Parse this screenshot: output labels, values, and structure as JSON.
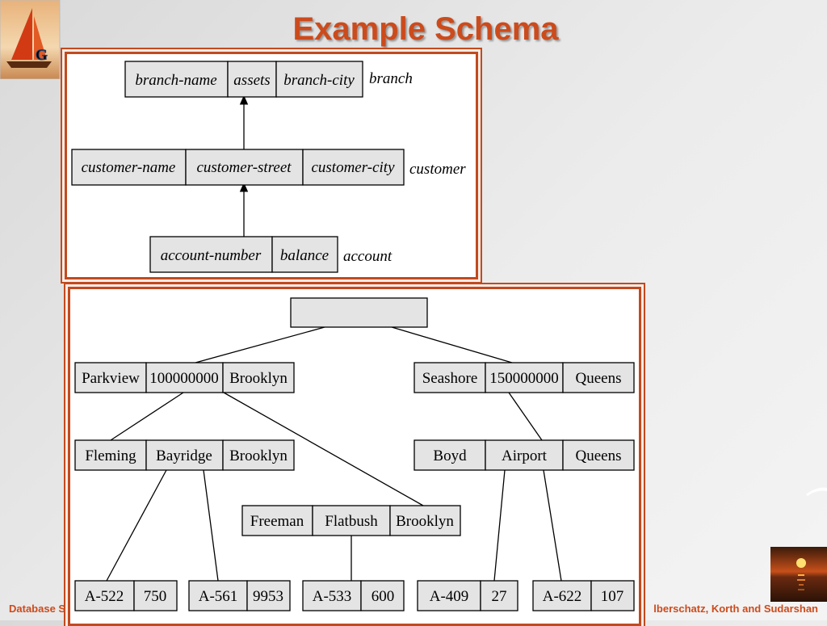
{
  "slide": {
    "title": "Example Schema",
    "footer_left": "Database S",
    "footer_right": "lberschatz, Korth and Sudarshan"
  },
  "logo": {
    "letter": "G",
    "icon": "sailboat-logo"
  },
  "schema": {
    "branch": {
      "name": "branch",
      "fields": [
        "branch-name",
        "assets",
        "branch-city"
      ]
    },
    "customer": {
      "name": "customer",
      "fields": [
        "customer-name",
        "customer-street",
        "customer-city"
      ]
    },
    "account": {
      "name": "account",
      "fields": [
        "account-number",
        "balance"
      ]
    }
  },
  "instance": {
    "branches": [
      {
        "fields": [
          "Parkview",
          "100000000",
          "Brooklyn"
        ]
      },
      {
        "fields": [
          "Seashore",
          "150000000",
          "Queens"
        ]
      }
    ],
    "customers": [
      {
        "fields": [
          "Fleming",
          "Bayridge",
          "Brooklyn"
        ]
      },
      {
        "fields": [
          "Freeman",
          "Flatbush",
          "Brooklyn"
        ]
      },
      {
        "fields": [
          "Boyd",
          "Airport",
          "Queens"
        ]
      }
    ],
    "accounts": [
      {
        "fields": [
          "A-522",
          "750"
        ]
      },
      {
        "fields": [
          "A-561",
          "9953"
        ]
      },
      {
        "fields": [
          "A-533",
          "600"
        ]
      },
      {
        "fields": [
          "A-409",
          "27"
        ]
      },
      {
        "fields": [
          "A-622",
          "107"
        ]
      }
    ]
  }
}
